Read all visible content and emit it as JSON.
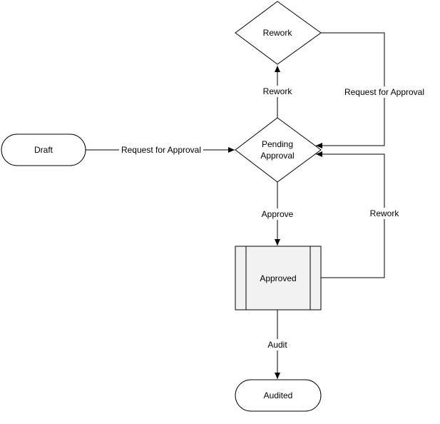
{
  "nodes": {
    "draft": "Draft",
    "pending_line1": "Pending",
    "pending_line2": "Approval",
    "rework": "Rework",
    "approved": "Approved",
    "audited": "Audited"
  },
  "edges": {
    "draft_to_pending": "Request for Approval",
    "pending_to_rework": "Rework",
    "rework_to_pending": "Request for Approval",
    "pending_to_approved": "Approve",
    "approved_to_pending": "Rework",
    "approved_to_audited": "Audit"
  },
  "colors": {
    "stroke": "#000000",
    "fill": "#ffffff",
    "process_fill": "#f2f2f2"
  }
}
